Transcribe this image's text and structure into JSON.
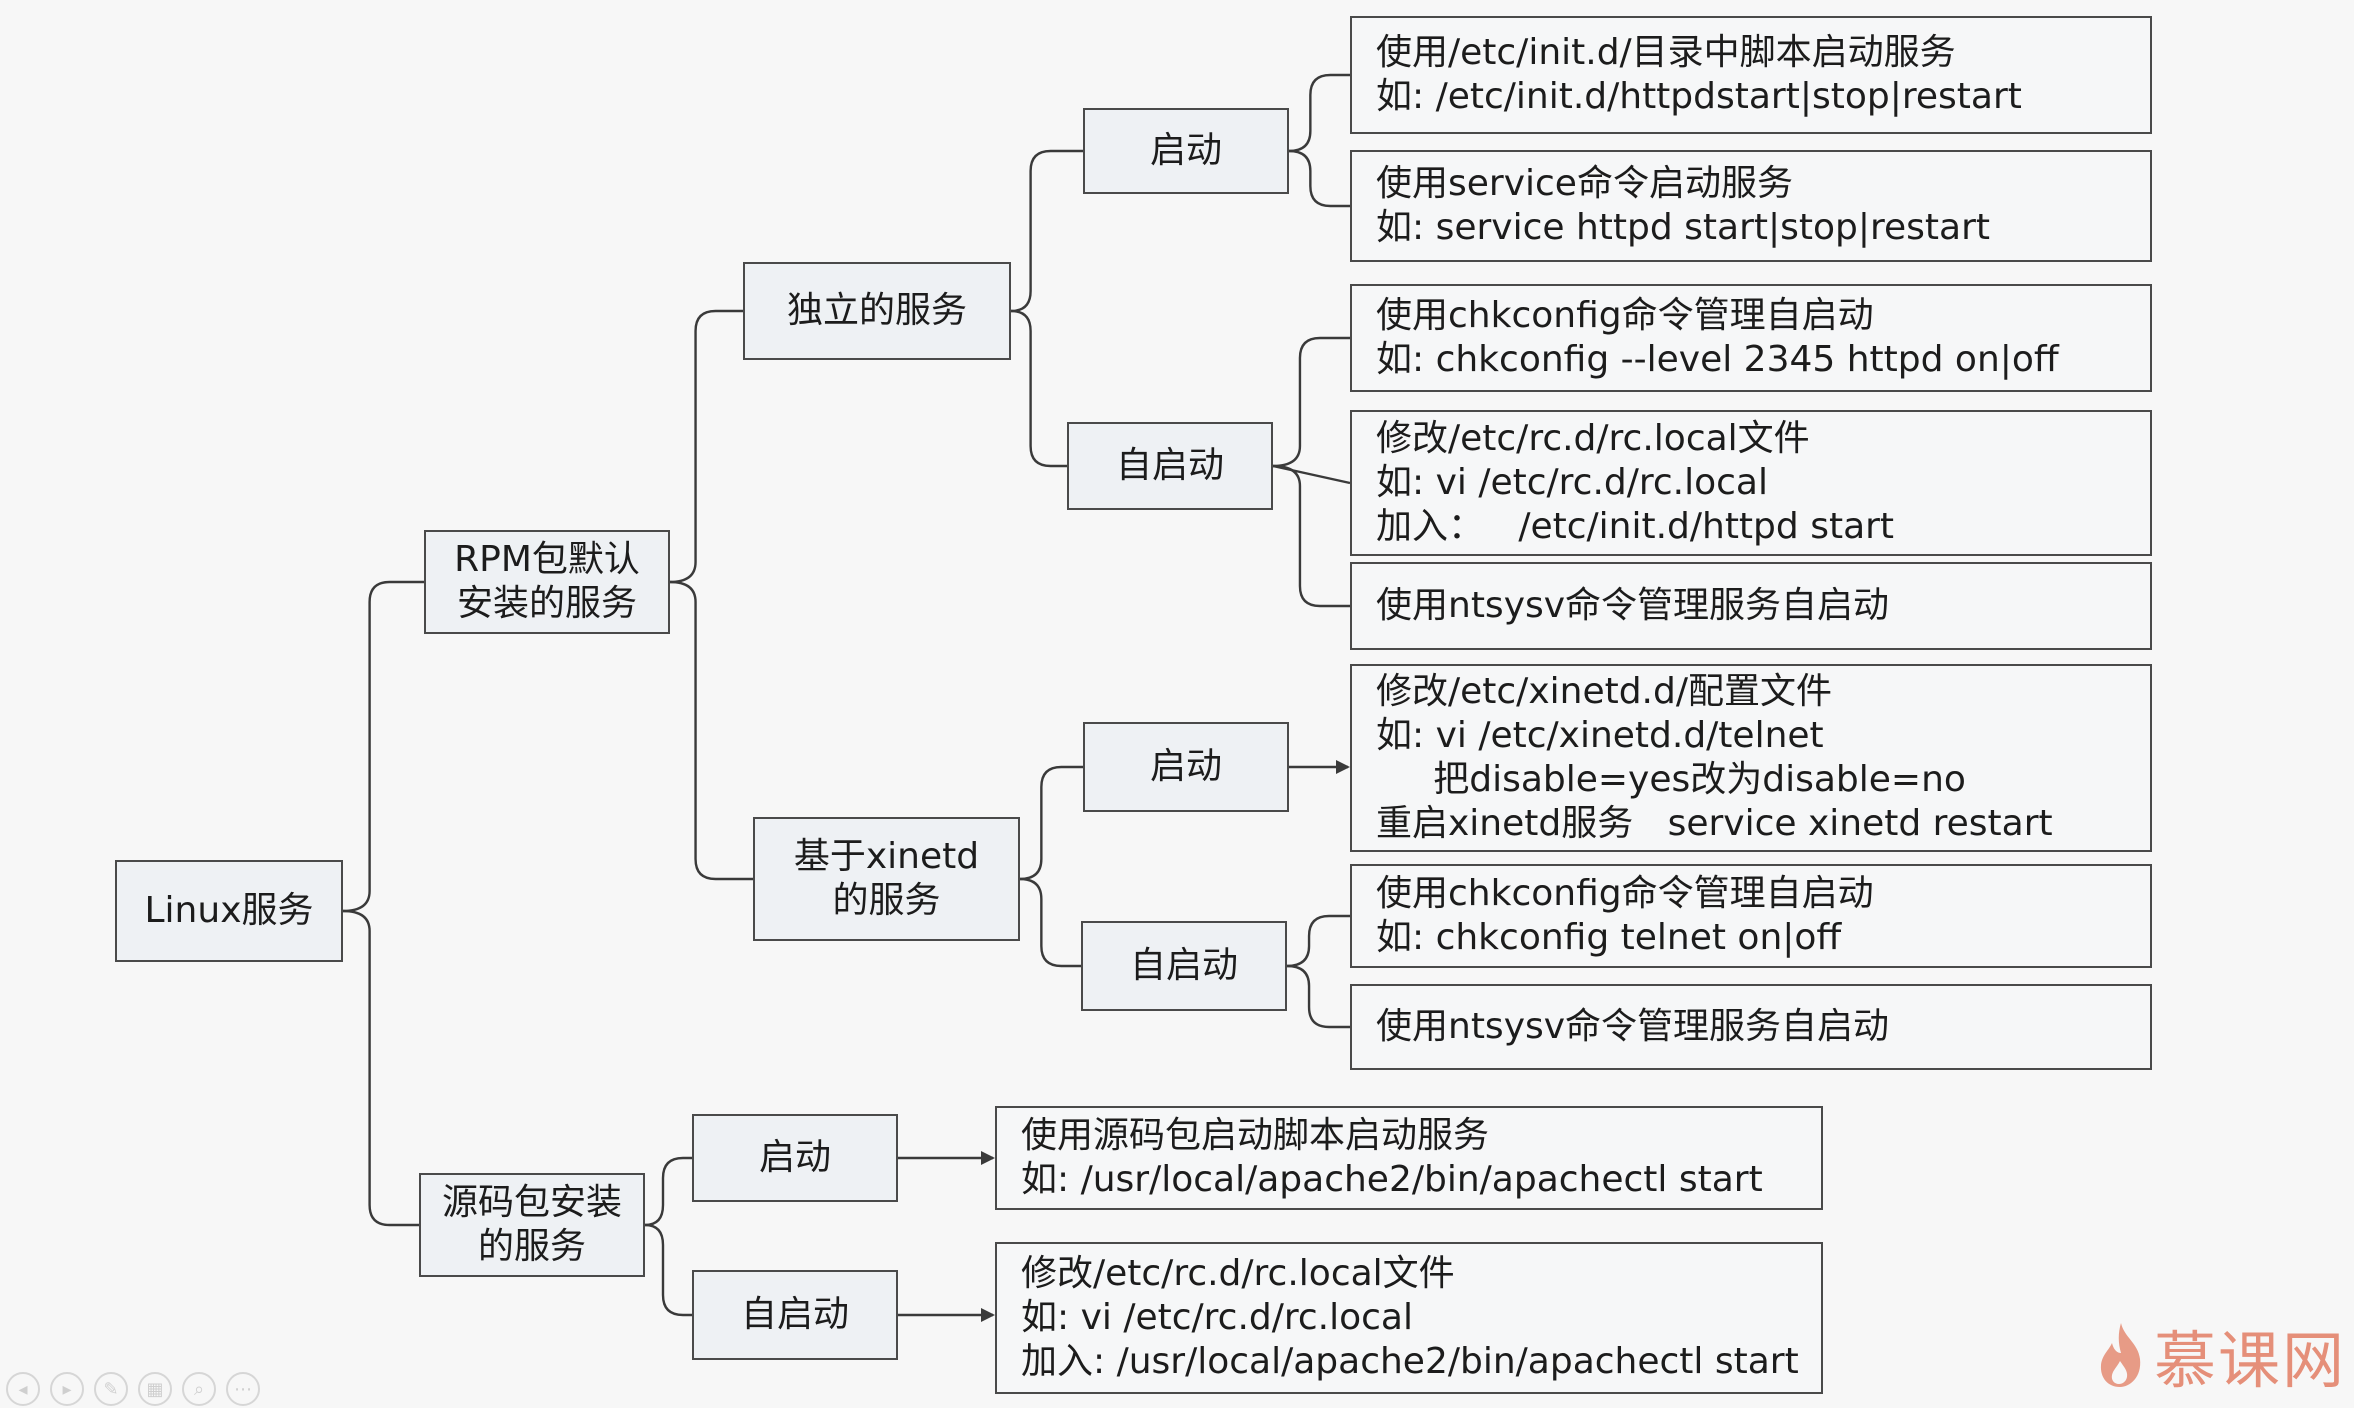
{
  "root": {
    "label": "Linux服务"
  },
  "rpm": {
    "label": "RPM包默认\n安装的服务",
    "standalone": {
      "label": "独立的服务",
      "start": {
        "label": "启动",
        "methods": [
          [
            "使用/etc/init.d/目录中脚本启动服务",
            "如: /etc/init.d/httpdstart|stop|restart"
          ],
          [
            "使用service命令启动服务",
            "如: service httpd start|stop|restart"
          ]
        ]
      },
      "autostart": {
        "label": "自启动",
        "methods": [
          [
            "使用chkconfig命令管理自启动",
            "如: chkconfig --level 2345 httpd on|off"
          ],
          [
            "修改/etc/rc.d/rc.local文件",
            "如: vi /etc/rc.d/rc.local",
            "加入：   /etc/init.d/httpd start"
          ],
          [
            "使用ntsysv命令管理服务自启动"
          ]
        ]
      }
    },
    "xinetd": {
      "label": "基于xinetd\n的服务",
      "start": {
        "label": "启动",
        "methods": [
          [
            "修改/etc/xinetd.d/配置文件",
            "如: vi /etc/xinetd.d/telnet",
            "     把disable=yes改为disable=no",
            "重启xinetd服务   service xinetd restart"
          ]
        ]
      },
      "autostart": {
        "label": "自启动",
        "methods": [
          [
            "使用chkconfig命令管理自启动",
            "如: chkconfig telnet on|off"
          ],
          [
            "使用ntsysv命令管理服务自启动"
          ]
        ]
      }
    }
  },
  "source": {
    "label": "源码包安装\n的服务",
    "start": {
      "label": "启动",
      "methods": [
        [
          "使用源码包启动脚本启动服务",
          "如: /usr/local/apache2/bin/apachectl start"
        ]
      ]
    },
    "autostart": {
      "label": "自启动",
      "methods": [
        [
          "修改/etc/rc.d/rc.local文件",
          "如: vi /etc/rc.d/rc.local",
          "加入: /usr/local/apache2/bin/apachectl start"
        ]
      ]
    }
  },
  "watermark": {
    "brand": "慕课网"
  },
  "colors": {
    "line": "#3a3a3a",
    "box_border": "#4a4a4a",
    "brand": "#e27e64"
  }
}
